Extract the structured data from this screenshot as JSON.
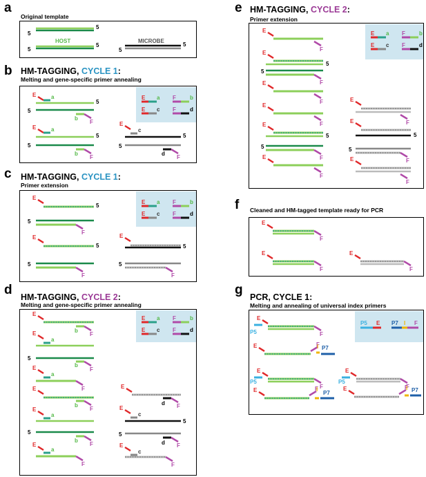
{
  "panels": {
    "a": {
      "label": "a",
      "subtitle": "Original template",
      "host_label": "HOST",
      "microbe_label": "MICROBE"
    },
    "b": {
      "label": "b",
      "title_prefix": "HM-TAGGING, ",
      "cycle": "CYCLE 1",
      "title_suffix": ":",
      "subtitle": "Melting and gene-specific primer annealing"
    },
    "c": {
      "label": "c",
      "title_prefix": "HM-TAGGING, ",
      "cycle": "CYCLE 1",
      "title_suffix": ":",
      "subtitle": "Primer extension"
    },
    "d": {
      "label": "d",
      "title_prefix": "HM-TAGGING, ",
      "cycle": "CYCLE 2",
      "title_suffix": ":",
      "subtitle": "Melting and gene-specific primer annealing"
    },
    "e": {
      "label": "e",
      "title_prefix": "HM-TAGGING, ",
      "cycle": "CYCLE 2",
      "title_suffix": ":",
      "subtitle": "Primer extension"
    },
    "f": {
      "label": "f",
      "subtitle": "Cleaned and HM-tagged template ready for PCR"
    },
    "g": {
      "label": "g",
      "title": "PCR, CYCLE 1:",
      "subtitle": "Melting and annealing of universal index primers"
    }
  },
  "tags": {
    "E": "E",
    "F": "F",
    "a": "a",
    "b": "b",
    "c": "c",
    "d": "d",
    "five": "5",
    "I": "I",
    "P5": "P5",
    "P7": "P7"
  },
  "colors": {
    "host_dark": "#1a8a4a",
    "host_light": "#8ccf5a",
    "host_mid": "#55b948",
    "microbe": "#111111",
    "microbe_grey": "#888888",
    "teal": "#2aa08a",
    "E": "#e0282a",
    "F": "#b04aa8",
    "cycle1": "#2a93c2",
    "cycle2": "#9b3a96",
    "legend_bg": "#cfe6f0",
    "P5": "#3ab0e0",
    "P7": "#1e5fa8",
    "index": "#f0b400"
  }
}
